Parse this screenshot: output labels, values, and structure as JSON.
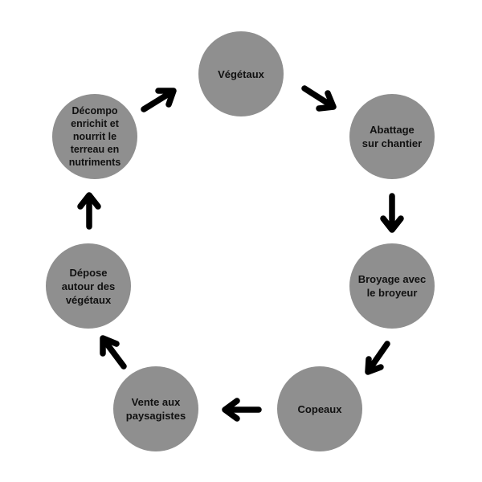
{
  "diagram": {
    "nodes": [
      {
        "id": "vegetaux",
        "label": "Végétaux"
      },
      {
        "id": "abattage",
        "label": "Abattage\nsur chantier"
      },
      {
        "id": "broyage",
        "label": "Broyage avec\nle broyeur"
      },
      {
        "id": "copeaux",
        "label": "Copeaux"
      },
      {
        "id": "vente",
        "label": "Vente aux\npaysagistes"
      },
      {
        "id": "depose",
        "label": "Dépose\nautour des\nvégétaux"
      },
      {
        "id": "decompo",
        "label": "Décompo\nenrichit et\nnourrit le\nterreau en\nnutriments"
      }
    ],
    "flow": "clockwise cycle",
    "colors": {
      "node_fill": "#8f8f8f",
      "arrow": "#000000",
      "text": "#111111",
      "background": "#ffffff"
    }
  }
}
